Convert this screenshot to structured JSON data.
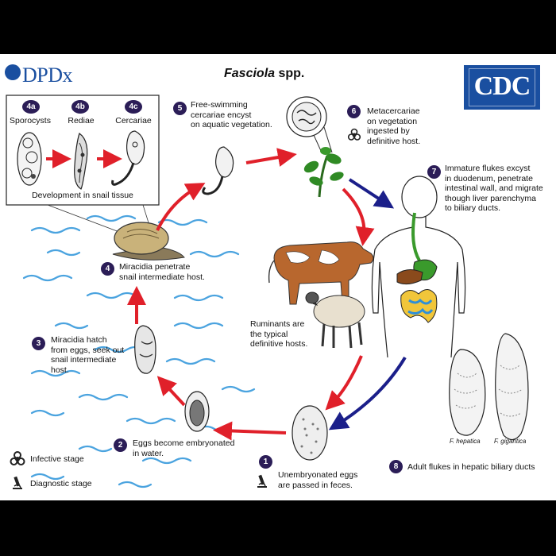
{
  "header": {
    "dpdx_logo": "DPDx",
    "title_italic": "Fasciola",
    "title_rest": " spp.",
    "cdc_logo": "CDC"
  },
  "snail_box": {
    "stages": [
      {
        "number": "4a",
        "label": "Sporocysts"
      },
      {
        "number": "4b",
        "label": "Rediae"
      },
      {
        "number": "4c",
        "label": "Cercariae"
      }
    ],
    "caption": "Development in snail tissue"
  },
  "steps": [
    {
      "number": "1",
      "text": [
        "Unembryonated eggs",
        "are passed in feces."
      ]
    },
    {
      "number": "2",
      "text": [
        "Eggs become embryonated",
        "in water."
      ]
    },
    {
      "number": "3",
      "text": [
        "Miracidia hatch",
        "from eggs, seek out",
        "snail intermediate",
        "host."
      ]
    },
    {
      "number": "4",
      "text": [
        "Miracidia penetrate",
        "snail intermediate host."
      ]
    },
    {
      "number": "5",
      "text": [
        "Free-swimming",
        "cercariae encyst",
        "on aquatic vegetation."
      ]
    },
    {
      "number": "6",
      "text": [
        "Metacercariae",
        "on vegetation",
        "ingested by",
        "definitive host."
      ]
    },
    {
      "number": "7",
      "text": [
        "Immature flukes excyst",
        "in duodenum, penetrate",
        "intestinal wall, and migrate",
        "though liver parenchyma",
        "to biliary ducts."
      ]
    },
    {
      "number": "8",
      "text": [
        "Adult flukes in hepatic biliary ducts"
      ]
    }
  ],
  "ruminants_note": [
    "Ruminants are",
    "the typical",
    "definitive hosts."
  ],
  "fluke_labels": {
    "left": "F. hepatica",
    "right": "F. gigantica"
  },
  "legend": {
    "infective": "Infective stage",
    "diagnostic": "Diagnostic stage"
  },
  "colors": {
    "step_badge": "#2b1d57",
    "cycle_arrow": "#e0202a",
    "host_arrow": "#1b1f8a",
    "water": "#4aa3df",
    "cdc_blue": "#1a4fa0"
  },
  "icons": [
    "biohazard-icon",
    "microscope-icon"
  ]
}
